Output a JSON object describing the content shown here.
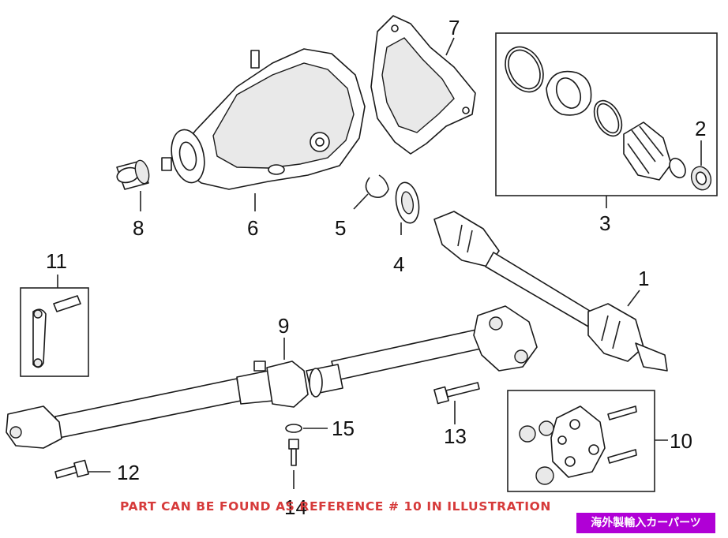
{
  "callouts": {
    "c1": "1",
    "c2": "2",
    "c3": "3",
    "c4": "4",
    "c5": "5",
    "c6": "6",
    "c7": "7",
    "c8": "8",
    "c9": "9",
    "c10": "10",
    "c11": "11",
    "c12": "12",
    "c13": "13",
    "c14": "14",
    "c15": "15"
  },
  "caption": "PART CAN BE FOUND AS REFERENCE # 10 IN ILLUSTRATION",
  "badge": "海外製輸入カーパーツ",
  "colors": {
    "caption": "#d63a3a",
    "badge_bg": "#b000d6",
    "badge_text": "#ffffff"
  }
}
